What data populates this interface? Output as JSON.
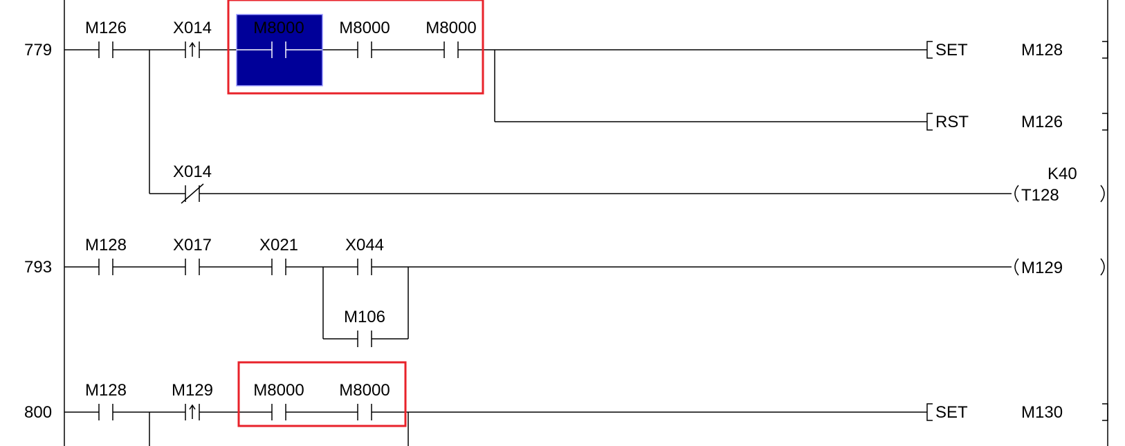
{
  "window": {
    "title": ""
  },
  "rungs": [
    {
      "step": "779"
    },
    {
      "step": "793"
    },
    {
      "step": "800"
    }
  ],
  "contacts": [
    {
      "id": "c1",
      "label": "M126",
      "type": "no"
    },
    {
      "id": "c2",
      "label": "X014",
      "type": "rising"
    },
    {
      "id": "c3",
      "label": "M8000",
      "type": "no",
      "selected": true
    },
    {
      "id": "c4",
      "label": "M8000",
      "type": "no"
    },
    {
      "id": "c5",
      "label": "M8000",
      "type": "no"
    },
    {
      "id": "c6",
      "label": "X014",
      "type": "nc"
    },
    {
      "id": "c7",
      "label": "M128",
      "type": "no"
    },
    {
      "id": "c8",
      "label": "X017",
      "type": "no"
    },
    {
      "id": "c9",
      "label": "X021",
      "type": "no"
    },
    {
      "id": "c10",
      "label": "X044",
      "type": "no"
    },
    {
      "id": "c11",
      "label": "M106",
      "type": "no"
    },
    {
      "id": "c12",
      "label": "M128",
      "type": "no"
    },
    {
      "id": "c13",
      "label": "M129",
      "type": "rising"
    },
    {
      "id": "c14",
      "label": "M8000",
      "type": "no"
    },
    {
      "id": "c15",
      "label": "M8000",
      "type": "no"
    }
  ],
  "instructions": [
    {
      "id": "i1",
      "op": "SET",
      "operand": "M128"
    },
    {
      "id": "i2",
      "op": "RST",
      "operand": "M126"
    },
    {
      "id": "i3",
      "op": "SET",
      "operand": "M130"
    }
  ],
  "coils": [
    {
      "id": "o1",
      "label": "T128",
      "setting": "K40"
    },
    {
      "id": "o2",
      "label": "M129",
      "setting": ""
    }
  ],
  "colors": {
    "wire": "#000000",
    "selection_fill": "#000099",
    "selection_text": "#ffe680",
    "highlight_box": "#e8222a"
  }
}
